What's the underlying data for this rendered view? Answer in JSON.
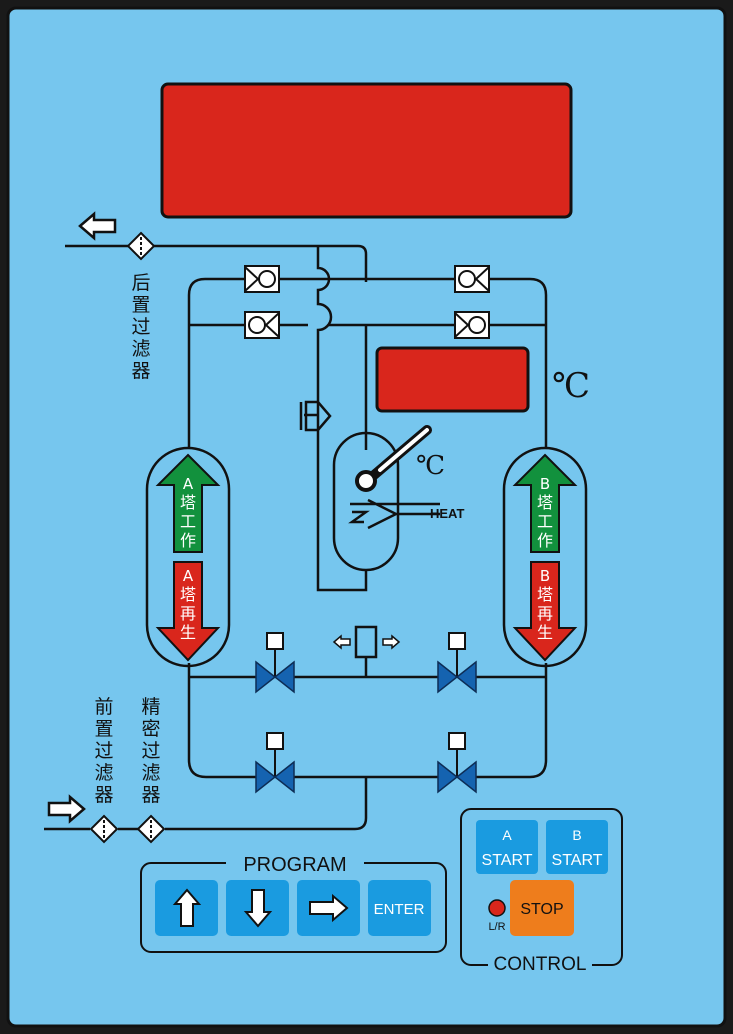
{
  "colors": {
    "panel": "#76c6ee",
    "display_red": "#d9261c",
    "arrow_green": "#12913d",
    "arrow_red": "#d9261c",
    "button_blue": "#1a9be0",
    "stop_orange": "#ee7d1c",
    "valve_blue": "#1563b0",
    "led_red": "#d9261c"
  },
  "labels": {
    "after_filter": [
      "后",
      "置",
      "过",
      "滤",
      "器"
    ],
    "pre_filter": [
      "前",
      "置",
      "过",
      "滤",
      "器"
    ],
    "precision_filter": [
      "精",
      "密",
      "过",
      "滤",
      "器"
    ],
    "celsius_display": "℃",
    "celsius_tank": "℃",
    "heat": "HEAT"
  },
  "tower_a": {
    "work": [
      "A",
      "塔",
      "工",
      "作"
    ],
    "regen": [
      "A",
      "塔",
      "再",
      "生"
    ]
  },
  "tower_b": {
    "work": [
      "B",
      "塔",
      "工",
      "作"
    ],
    "regen": [
      "B",
      "塔",
      "再",
      "生"
    ]
  },
  "program": {
    "title": "PROGRAM",
    "enter_label": "ENTER",
    "keys": [
      "up-arrow-icon",
      "down-arrow-icon",
      "right-arrow-icon"
    ]
  },
  "control": {
    "title": "CONTROL",
    "a_start": [
      "A",
      "START"
    ],
    "b_start": [
      "B",
      "START"
    ],
    "stop": "STOP",
    "lr_label": "L/R"
  }
}
